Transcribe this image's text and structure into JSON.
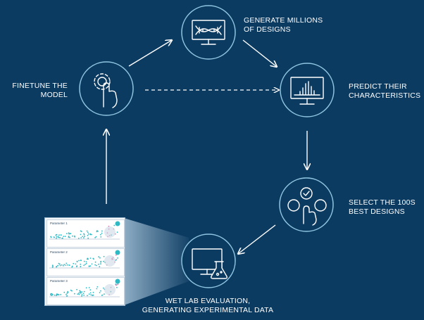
{
  "steps": {
    "generate": {
      "line1": "GENERATE MILLIONS",
      "line2": "OF DESIGNS",
      "icon": "dna-monitor-icon"
    },
    "predict": {
      "line1": "PREDICT THEIR",
      "line2": "CHARACTERISTICS",
      "icon": "bar-chart-monitor-icon"
    },
    "select": {
      "line1": "SELECT THE 100s",
      "line2": "BEST DESIGNS",
      "icon": "hand-selecting-icon"
    },
    "wetlab": {
      "line1": "WET LAB EVALUATION,",
      "line2": "GENERATING EXPERIMENTAL DATA",
      "icon": "monitor-flask-icon"
    },
    "finetune": {
      "line1": "FINETUNE THE",
      "line2": "MODEL",
      "icon": "gear-hand-icon"
    }
  },
  "panel": {
    "plots": [
      {
        "title": "Parameter 1"
      },
      {
        "title": "Parameter 2"
      },
      {
        "title": "Parameter 3"
      }
    ]
  },
  "colors": {
    "background": "#0c3b62",
    "line": "#ffffff",
    "circle_stroke": "#8ec5e0",
    "teal_points": "#2fb9c4",
    "pink_points": "#d77fb3"
  }
}
